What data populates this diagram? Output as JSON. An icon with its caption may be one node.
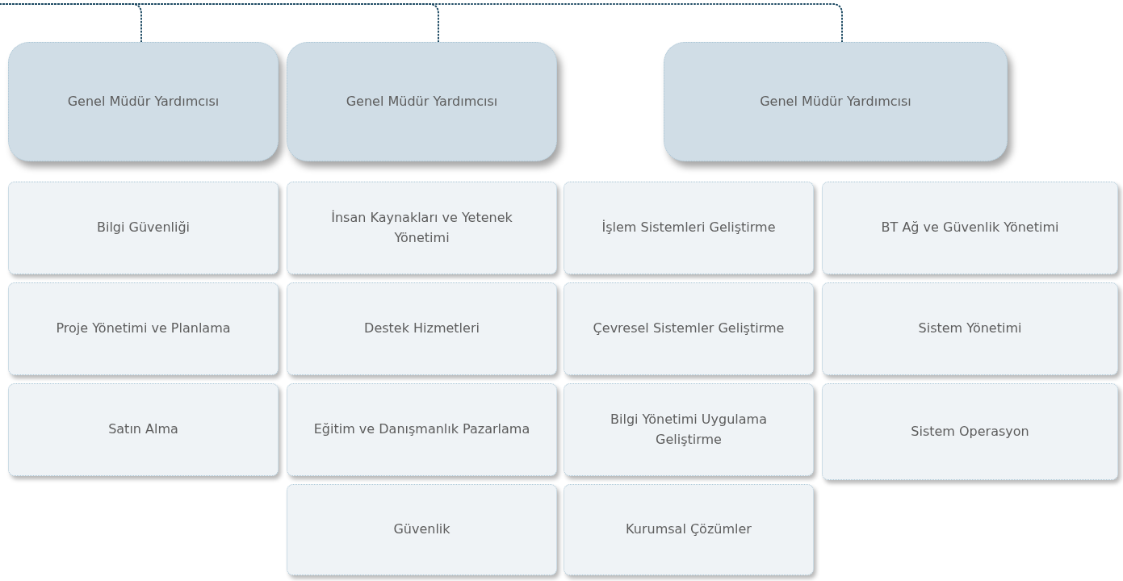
{
  "diagram": {
    "nodes": [
      {
        "text": [
          "Genel Müdür Yardımcısı"
        ]
      },
      {
        "text": [
          "Genel Müdür Yardımcısı"
        ]
      },
      {
        "text": [
          "Genel Müdür Yardımcısı"
        ]
      },
      {
        "text": [
          "Bilgi Güvenliği"
        ]
      },
      {
        "text": [
          "İnsan Kaynakları ve Yetenek Yönetimi"
        ]
      },
      {
        "text": [
          "İşlem Sistemleri Geliştirme"
        ]
      },
      {
        "text": [
          "BT Ağ ve Güvenlik Yönetimi"
        ]
      },
      {
        "text": [
          "Proje Yönetimi ve Planlama"
        ]
      },
      {
        "text": [
          "Destek Hizmetleri"
        ]
      },
      {
        "text": [
          "Çevresel Sistemler Geliştirme"
        ]
      },
      {
        "text": [
          "Sistem Yönetimi"
        ]
      },
      {
        "text": [
          "Satın Alma"
        ]
      },
      {
        "text": [
          "Eğitim ve Danışmanlık Pazarlama"
        ]
      },
      {
        "text": [
          "Bilgi Yönetimi Uygulama Geliştirme"
        ]
      },
      {
        "text": [
          "Sistem Operasyon"
        ]
      },
      {
        "text": [
          "Güvenlik"
        ]
      },
      {
        "text": [
          "Kurumsal Çözümler"
        ]
      }
    ],
    "edges": [
      {
        "from": null,
        "to": 0,
        "arrow": "none"
      },
      {
        "from": null,
        "to": 1,
        "arrow": "none"
      },
      {
        "from": null,
        "to": 2,
        "arrow": "none"
      }
    ]
  }
}
